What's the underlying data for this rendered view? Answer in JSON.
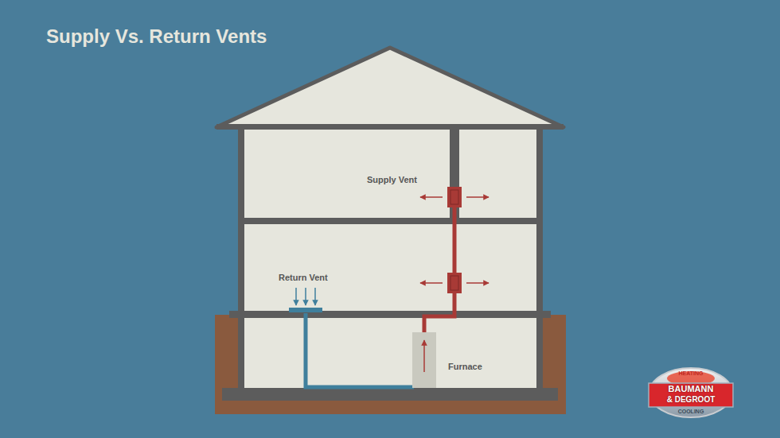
{
  "diagram": {
    "title": "Supply Vs. Return Vents",
    "labels": [
      "Supply Vent",
      "Return Vent",
      "Furnace",
      "HEATING",
      "BAUMANN",
      "& DEGROOT",
      "COOLING"
    ]
  }
}
